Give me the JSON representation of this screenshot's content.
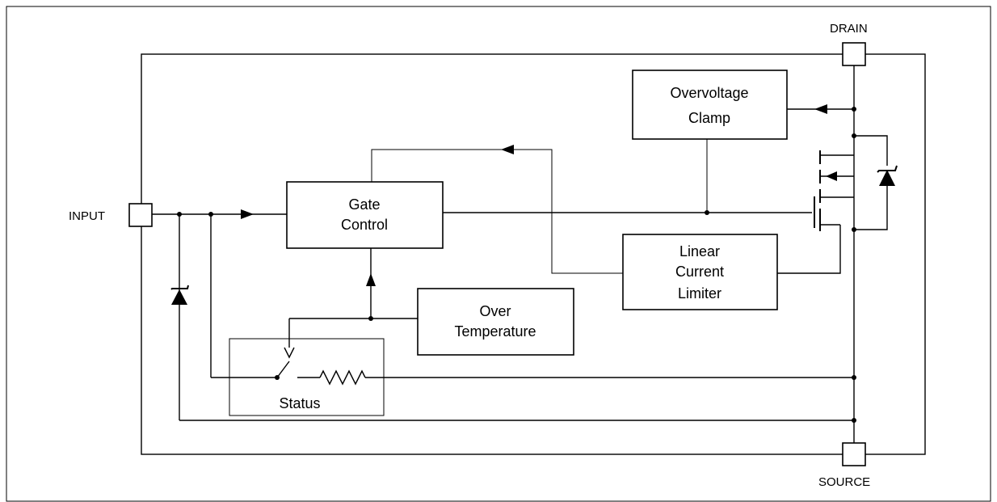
{
  "pins": {
    "input": "INPUT",
    "drain": "DRAIN",
    "source": "SOURCE"
  },
  "blocks": {
    "overvoltage_clamp": [
      "Overvoltage",
      "Clamp"
    ],
    "gate_control": [
      "Gate",
      "Control"
    ],
    "linear_current_limiter": [
      "Linear",
      "Current",
      "Limiter"
    ],
    "over_temperature": [
      "Over",
      "Temperature"
    ],
    "status": "Status"
  }
}
